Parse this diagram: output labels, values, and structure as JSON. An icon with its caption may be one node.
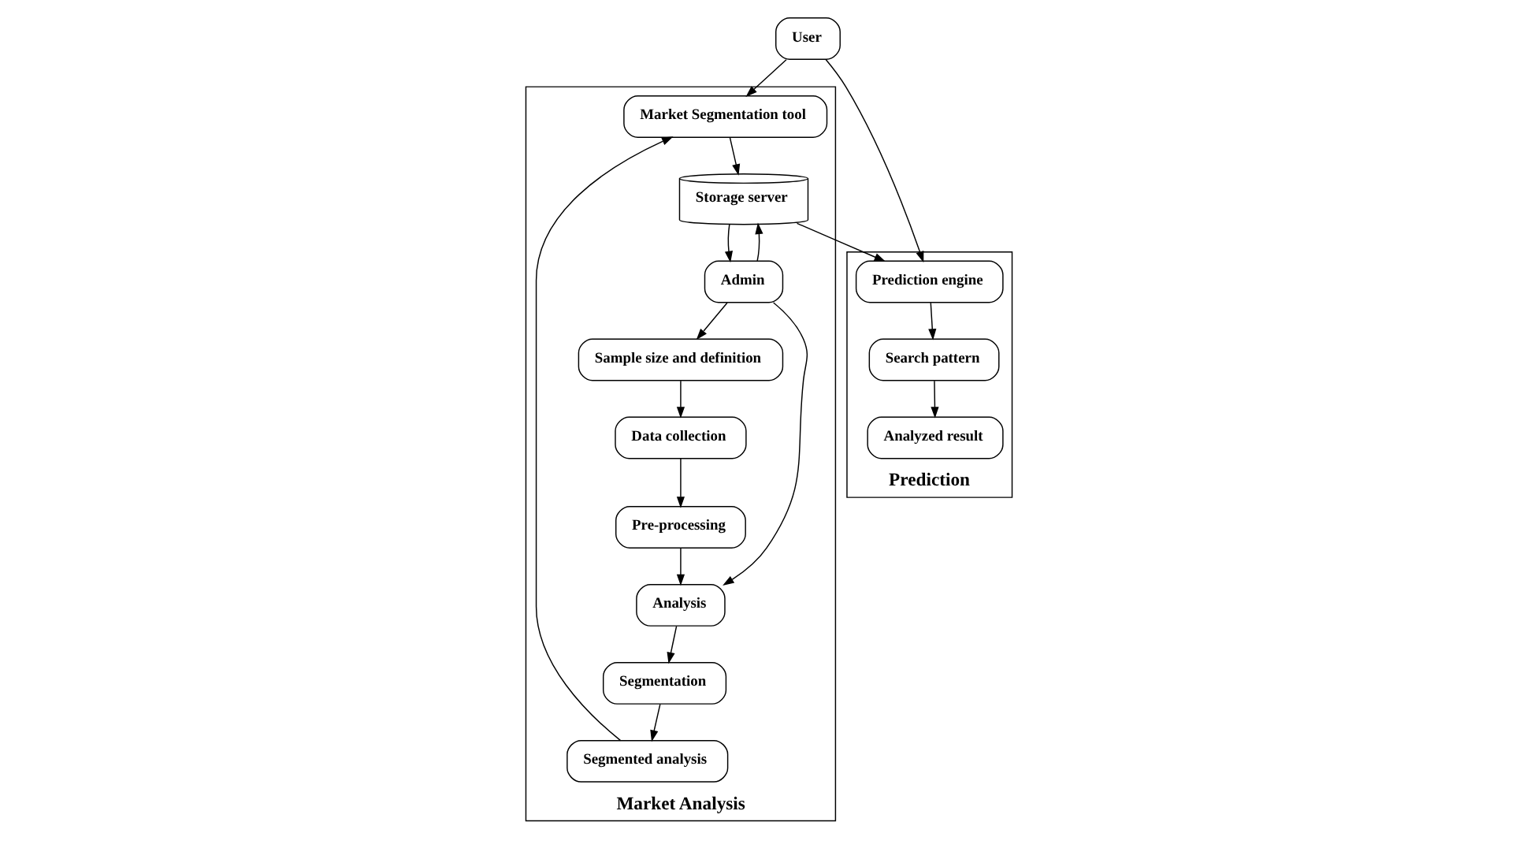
{
  "diagram": {
    "nodes": [
      {
        "text": [
          "Prediction"
        ]
      },
      {
        "text": [
          "Prediction engine"
        ],
        "in": 0
      },
      {
        "text": [
          "Search pattern"
        ],
        "in": 0
      },
      {
        "text": [
          "Analyzed result"
        ],
        "in": 0
      },
      {
        "text": [
          "User"
        ]
      },
      {
        "text": [
          "Market Analysis"
        ]
      },
      {
        "text": [
          "Storage server"
        ],
        "in": 5
      },
      {
        "text": [
          "Market Segmentation tool"
        ],
        "in": 5
      },
      {
        "text": [
          "Admin"
        ],
        "in": 5
      },
      {
        "text": [
          "Sample size and definition"
        ],
        "in": 5
      },
      {
        "text": [
          "Analysis"
        ],
        "in": 5
      },
      {
        "text": [
          "Data collection"
        ],
        "in": 5
      },
      {
        "text": [
          "Segmentation"
        ],
        "in": 5
      },
      {
        "text": [
          "Pre-processing"
        ],
        "in": 5
      },
      {
        "text": [
          "Segmented analysis"
        ],
        "in": 5
      }
    ],
    "edges": [
      {
        "from": 6,
        "to": 1,
        "arrow": "to"
      },
      {
        "from": 4,
        "to": 7,
        "arrow": "to"
      },
      {
        "from": 4,
        "to": 1,
        "arrow": "to"
      },
      {
        "from": 1,
        "to": 2,
        "arrow": "to"
      },
      {
        "from": 2,
        "to": 3,
        "arrow": "to"
      },
      {
        "from": 7,
        "to": 6,
        "arrow": "to"
      },
      {
        "from": 6,
        "to": 8,
        "arrow": "to"
      },
      {
        "from": 8,
        "to": 6,
        "arrow": "to"
      },
      {
        "from": 8,
        "to": 9,
        "arrow": "to"
      },
      {
        "from": 8,
        "to": 10,
        "arrow": "to"
      },
      {
        "from": 9,
        "to": 11,
        "arrow": "to"
      },
      {
        "from": 11,
        "to": 13,
        "arrow": "to"
      },
      {
        "from": 13,
        "to": 10,
        "arrow": "to"
      },
      {
        "from": 10,
        "to": 12,
        "arrow": "to"
      },
      {
        "from": 12,
        "to": 14,
        "arrow": "to"
      },
      {
        "from": 14,
        "to": 7,
        "arrow": "to"
      }
    ]
  }
}
